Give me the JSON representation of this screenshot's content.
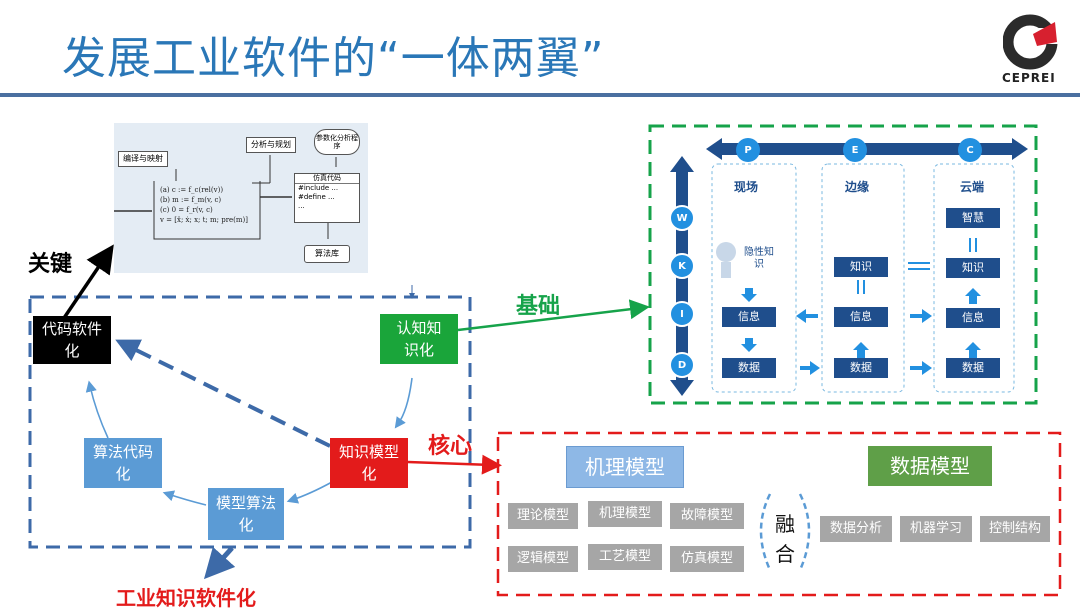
{
  "title": "发展工业软件的“一体两翼”",
  "logo": {
    "text": "CEPREI",
    "accent": "#d7202f"
  },
  "figure": {
    "boxes": [
      "编译与映射",
      "分析与规划",
      "仿真代码",
      "算法库"
    ],
    "cloud": "参数化分析程序",
    "formulas": [
      "(a)  c := f_c(rel(v))",
      "(b)  m := f_m(v, c)",
      "(c)  0 = f_r(v, c)",
      "v = [ẍ; ẋ; x; t; m; pre(m)]"
    ],
    "code": [
      "#include ...",
      "#define ...",
      "..."
    ]
  },
  "labels": {
    "key": "关键",
    "foundation": "基础",
    "core": "核心",
    "bottom": "工业知识软件化"
  },
  "cycle": {
    "code": "代码软件化",
    "cognition": "认知知识化",
    "algo_code": "算法代码化",
    "knowledge_model": "知识模型化",
    "model_algo": "模型算法化"
  },
  "pec": {
    "top_nodes": [
      "P",
      "E",
      "C"
    ],
    "side_nodes": [
      "W",
      "K",
      "I",
      "D"
    ],
    "columns": [
      "现场",
      "边缘",
      "云端"
    ],
    "wisdom": "智慧",
    "tacit": "隐性知识",
    "knowledge": "知识",
    "info": "信息",
    "data": "数据"
  },
  "models": {
    "mech_title": "机理模型",
    "data_title": "数据模型",
    "mech_items": [
      "理论模型",
      "机理模型",
      "故障模型",
      "逻辑模型",
      "工艺模型",
      "仿真模型"
    ],
    "fusion": [
      "融",
      "合"
    ],
    "data_items": [
      "数据分析",
      "机器学习",
      "控制结构"
    ]
  },
  "colors": {
    "title": "#2a77b7",
    "green": "#16a34a",
    "red": "#e31b1b",
    "navy": "#1f4e8c",
    "light_blue": "#5b9bd5"
  }
}
